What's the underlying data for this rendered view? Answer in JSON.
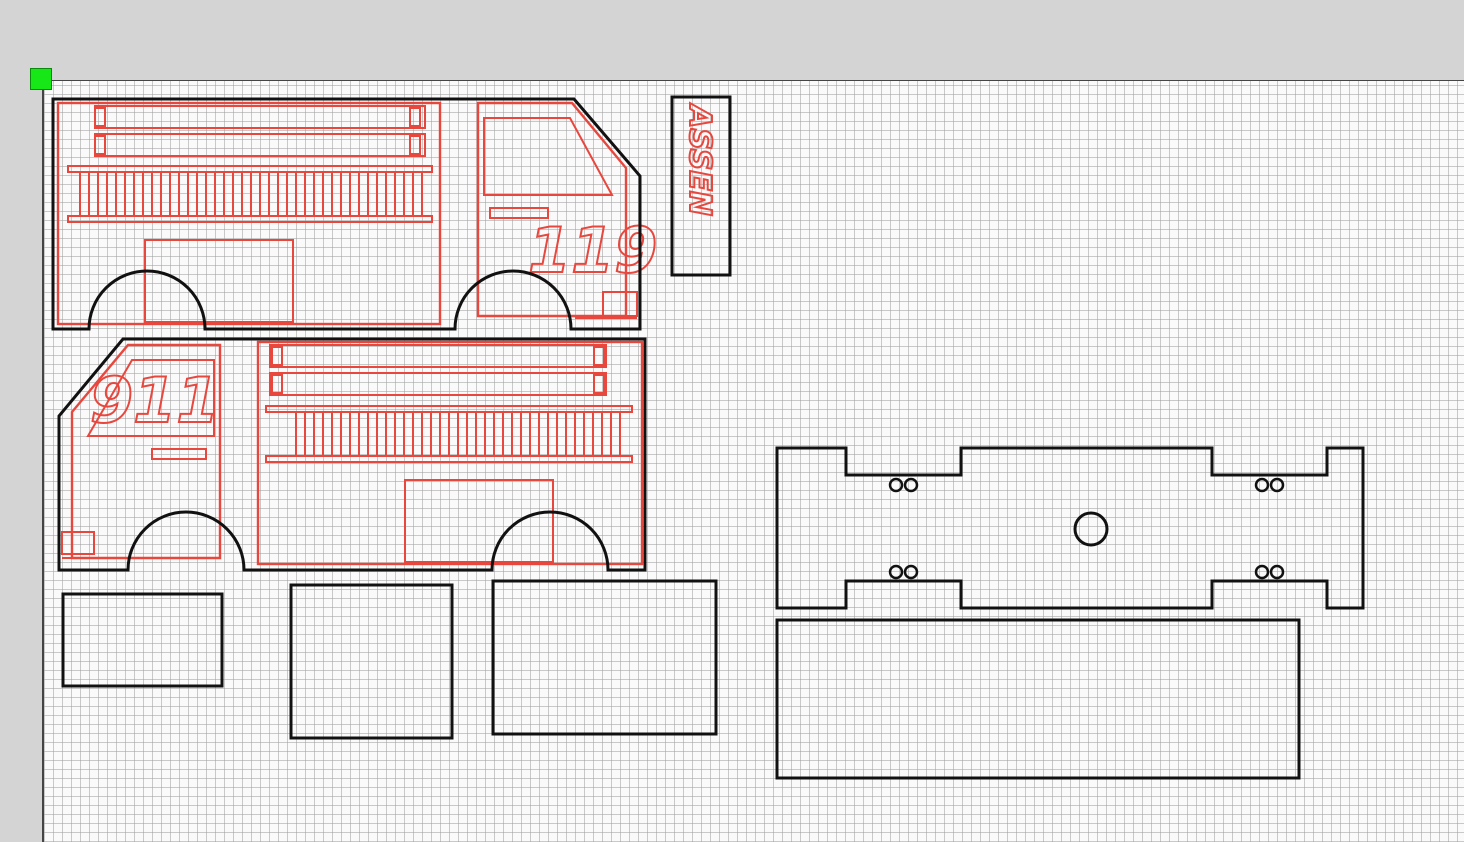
{
  "canvas": {
    "grid": "on",
    "origin_marker_color": "#17e617",
    "background": "#fafafa",
    "workspace_color": "#d4d4d4"
  },
  "colors": {
    "cut_line": "#111111",
    "engrave_line": "#e8473e"
  },
  "labels": {
    "truck_number_right": "119",
    "truck_number_left": "911",
    "plate_text": "ASSEN"
  }
}
